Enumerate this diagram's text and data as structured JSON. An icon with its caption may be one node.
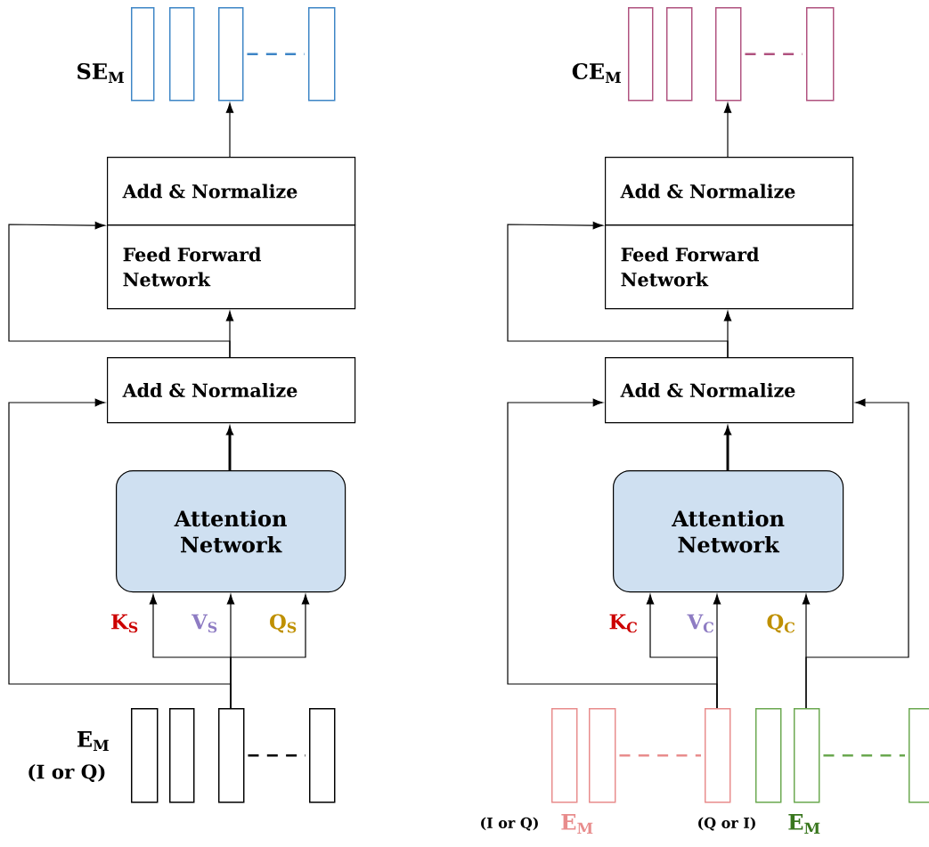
{
  "diagram": {
    "nodes": [
      {
        "text": [],
        "shape": "bar"
      },
      {
        "text": [],
        "shape": "bar"
      },
      {
        "text": [],
        "shape": "bar"
      },
      {
        "text": [],
        "shape": "bar"
      },
      {
        "text": [
          "Add & Normalize"
        ]
      },
      {
        "text": [
          "Feed Forward Network"
        ]
      },
      {
        "text": [
          "Add & Normalize"
        ]
      },
      {
        "text": [
          "Attention Network"
        ]
      },
      {
        "text": [],
        "shape": "bar"
      },
      {
        "text": [],
        "shape": "bar"
      },
      {
        "text": [],
        "shape": "bar"
      },
      {
        "text": [],
        "shape": "bar"
      },
      {
        "text": [],
        "shape": "bar"
      },
      {
        "text": [],
        "shape": "bar"
      },
      {
        "text": [],
        "shape": "bar"
      },
      {
        "text": [],
        "shape": "bar"
      },
      {
        "text": [
          "Add & Normalize"
        ]
      },
      {
        "text": [
          "Feed Forward Network"
        ]
      },
      {
        "text": [
          "Add & Normalize"
        ]
      },
      {
        "text": [
          "Attention Network"
        ]
      },
      {
        "text": [],
        "shape": "bar"
      },
      {
        "text": [],
        "shape": "bar"
      },
      {
        "text": [],
        "shape": "bar"
      },
      {
        "text": [],
        "shape": "bar"
      },
      {
        "text": [],
        "shape": "bar"
      },
      {
        "text": [],
        "shape": "bar"
      }
    ],
    "edges": [
      {
        "from": 10,
        "to": 7,
        "arrow": "to",
        "label": "K$_{S}$"
      },
      {
        "from": 10,
        "to": 7,
        "arrow": "to",
        "label": "V$_{S}$"
      },
      {
        "from": 10,
        "to": 7,
        "arrow": "to",
        "label": "Q$_{S}$"
      },
      {
        "from": 10,
        "to": 6,
        "arrow": "to"
      },
      {
        "from": 7,
        "to": 6,
        "arrow": "to",
        "style": "thick"
      },
      {
        "from": 6,
        "to": 5,
        "arrow": "to"
      },
      {
        "from": 6,
        "to": 4,
        "arrow": "to"
      },
      {
        "from": 4,
        "to": 2,
        "arrow": "to"
      },
      {
        "from": 22,
        "to": 19,
        "arrow": "to",
        "label": "K$_{C}$"
      },
      {
        "from": 22,
        "to": 19,
        "arrow": "to",
        "label": "V$_{C}$"
      },
      {
        "from": 24,
        "to": 19,
        "arrow": "to",
        "label": "Q$_{C}$"
      },
      {
        "from": 22,
        "to": 18,
        "arrow": "to"
      },
      {
        "from": 24,
        "to": 18,
        "arrow": "to"
      },
      {
        "from": 19,
        "to": 18,
        "arrow": "to",
        "style": "thick"
      },
      {
        "from": 18,
        "to": 17,
        "arrow": "to"
      },
      {
        "from": 18,
        "to": 16,
        "arrow": "to"
      },
      {
        "from": 16,
        "to": 14,
        "arrow": "to"
      },
      {
        "from": 2,
        "to": 3,
        "arrow": "none",
        "style": "dashed",
        "color": "#3d85c6"
      },
      {
        "from": 14,
        "to": 15,
        "arrow": "none",
        "style": "dashed",
        "color": "#b0527f"
      },
      {
        "from": 10,
        "to": 11,
        "arrow": "none",
        "style": "dashed"
      },
      {
        "from": 21,
        "to": 22,
        "arrow": "none",
        "style": "dashed",
        "color": "#e88c8c"
      },
      {
        "from": 24,
        "to": 25,
        "arrow": "none",
        "style": "dashed",
        "color": "#6aa84f"
      }
    ],
    "labels": [
      "SE$_{M}$",
      "E$_{M}$",
      "(I or Q)",
      "CE$_{M}$",
      "(I or Q)",
      "E$_{M}$",
      "(Q or I)",
      "E$_{M}$"
    ]
  }
}
